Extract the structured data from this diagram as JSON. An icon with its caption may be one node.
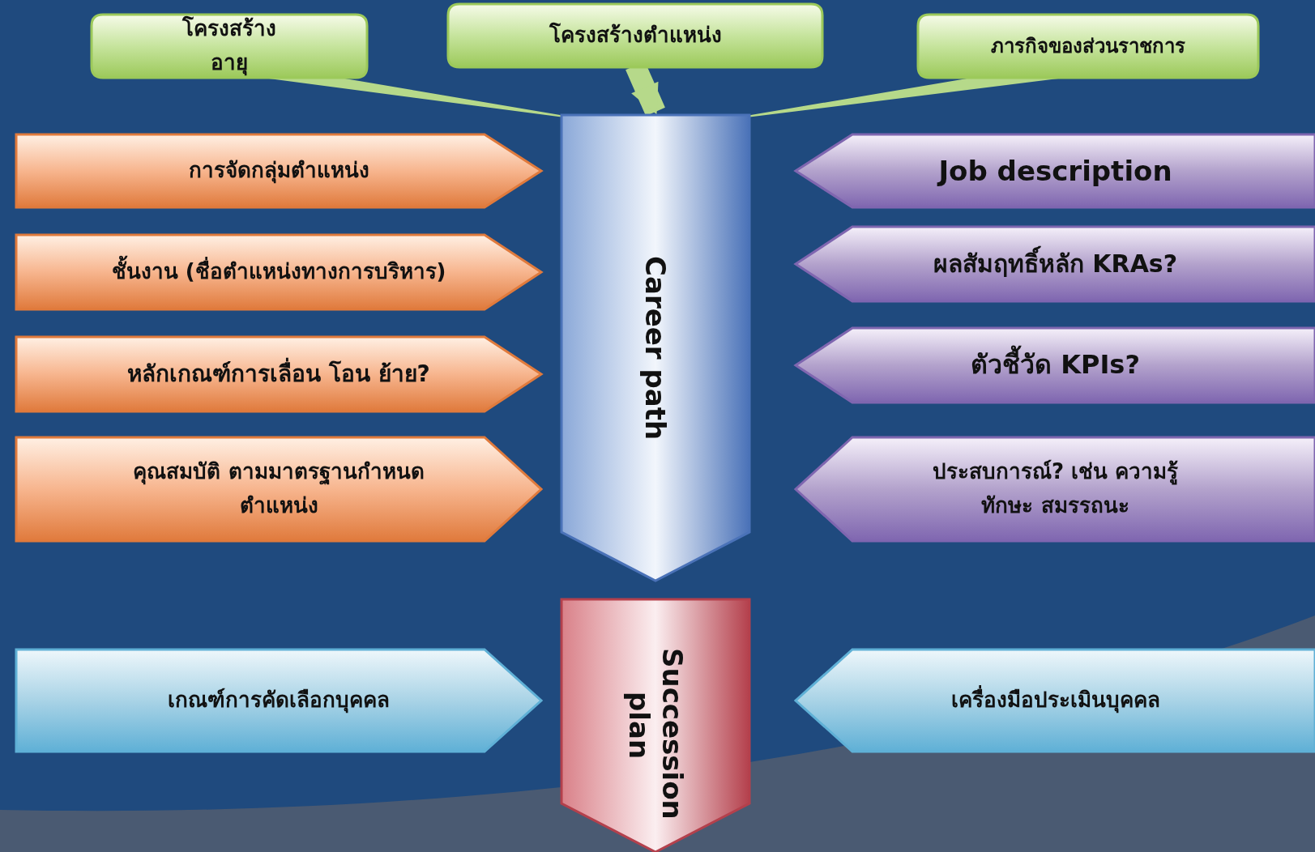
{
  "diagram": {
    "nodes": [
      {
        "text": [
          "โครงสร้างอายุ"
        ]
      },
      {
        "text": [
          "โครงสร้างตำแหน่ง"
        ]
      },
      {
        "text": [
          "ภารกิจของส่วนราชการ"
        ]
      },
      {
        "text": [
          "Career path"
        ]
      },
      {
        "text": [
          "การจัดกลุ่มตำแหน่ง"
        ]
      },
      {
        "text": [
          "ชั้นงาน (ชื่อตำแหน่งทางการบริหาร)"
        ]
      },
      {
        "text": [
          "หลักเกณฑ์การเลื่อน โอน ย้าย?"
        ]
      },
      {
        "text": [
          "คุณสมบัติ ตามมาตรฐานกำหนดตำแหน่ง"
        ]
      },
      {
        "text": [
          "Job description"
        ]
      },
      {
        "text": [
          "ผลสัมฤทธิ์หลัก KRAs?"
        ]
      },
      {
        "text": [
          "ตัวชี้วัด KPIs?"
        ]
      },
      {
        "text": [
          "ประสบการณ์? เช่น ความรู้ ทักษะ สมรรถนะ"
        ]
      },
      {
        "text": [
          "Succession plan"
        ]
      },
      {
        "text": [
          "เกณฑ์การคัดเลือกบุคคล"
        ]
      },
      {
        "text": [
          "เครื่องมือประเมินบุคคล"
        ]
      }
    ],
    "edges": [
      {
        "from": 0,
        "to": 3,
        "arrow": "none"
      },
      {
        "from": 1,
        "to": 3,
        "arrow": "to"
      },
      {
        "from": 2,
        "to": 3,
        "arrow": "none"
      }
    ]
  }
}
